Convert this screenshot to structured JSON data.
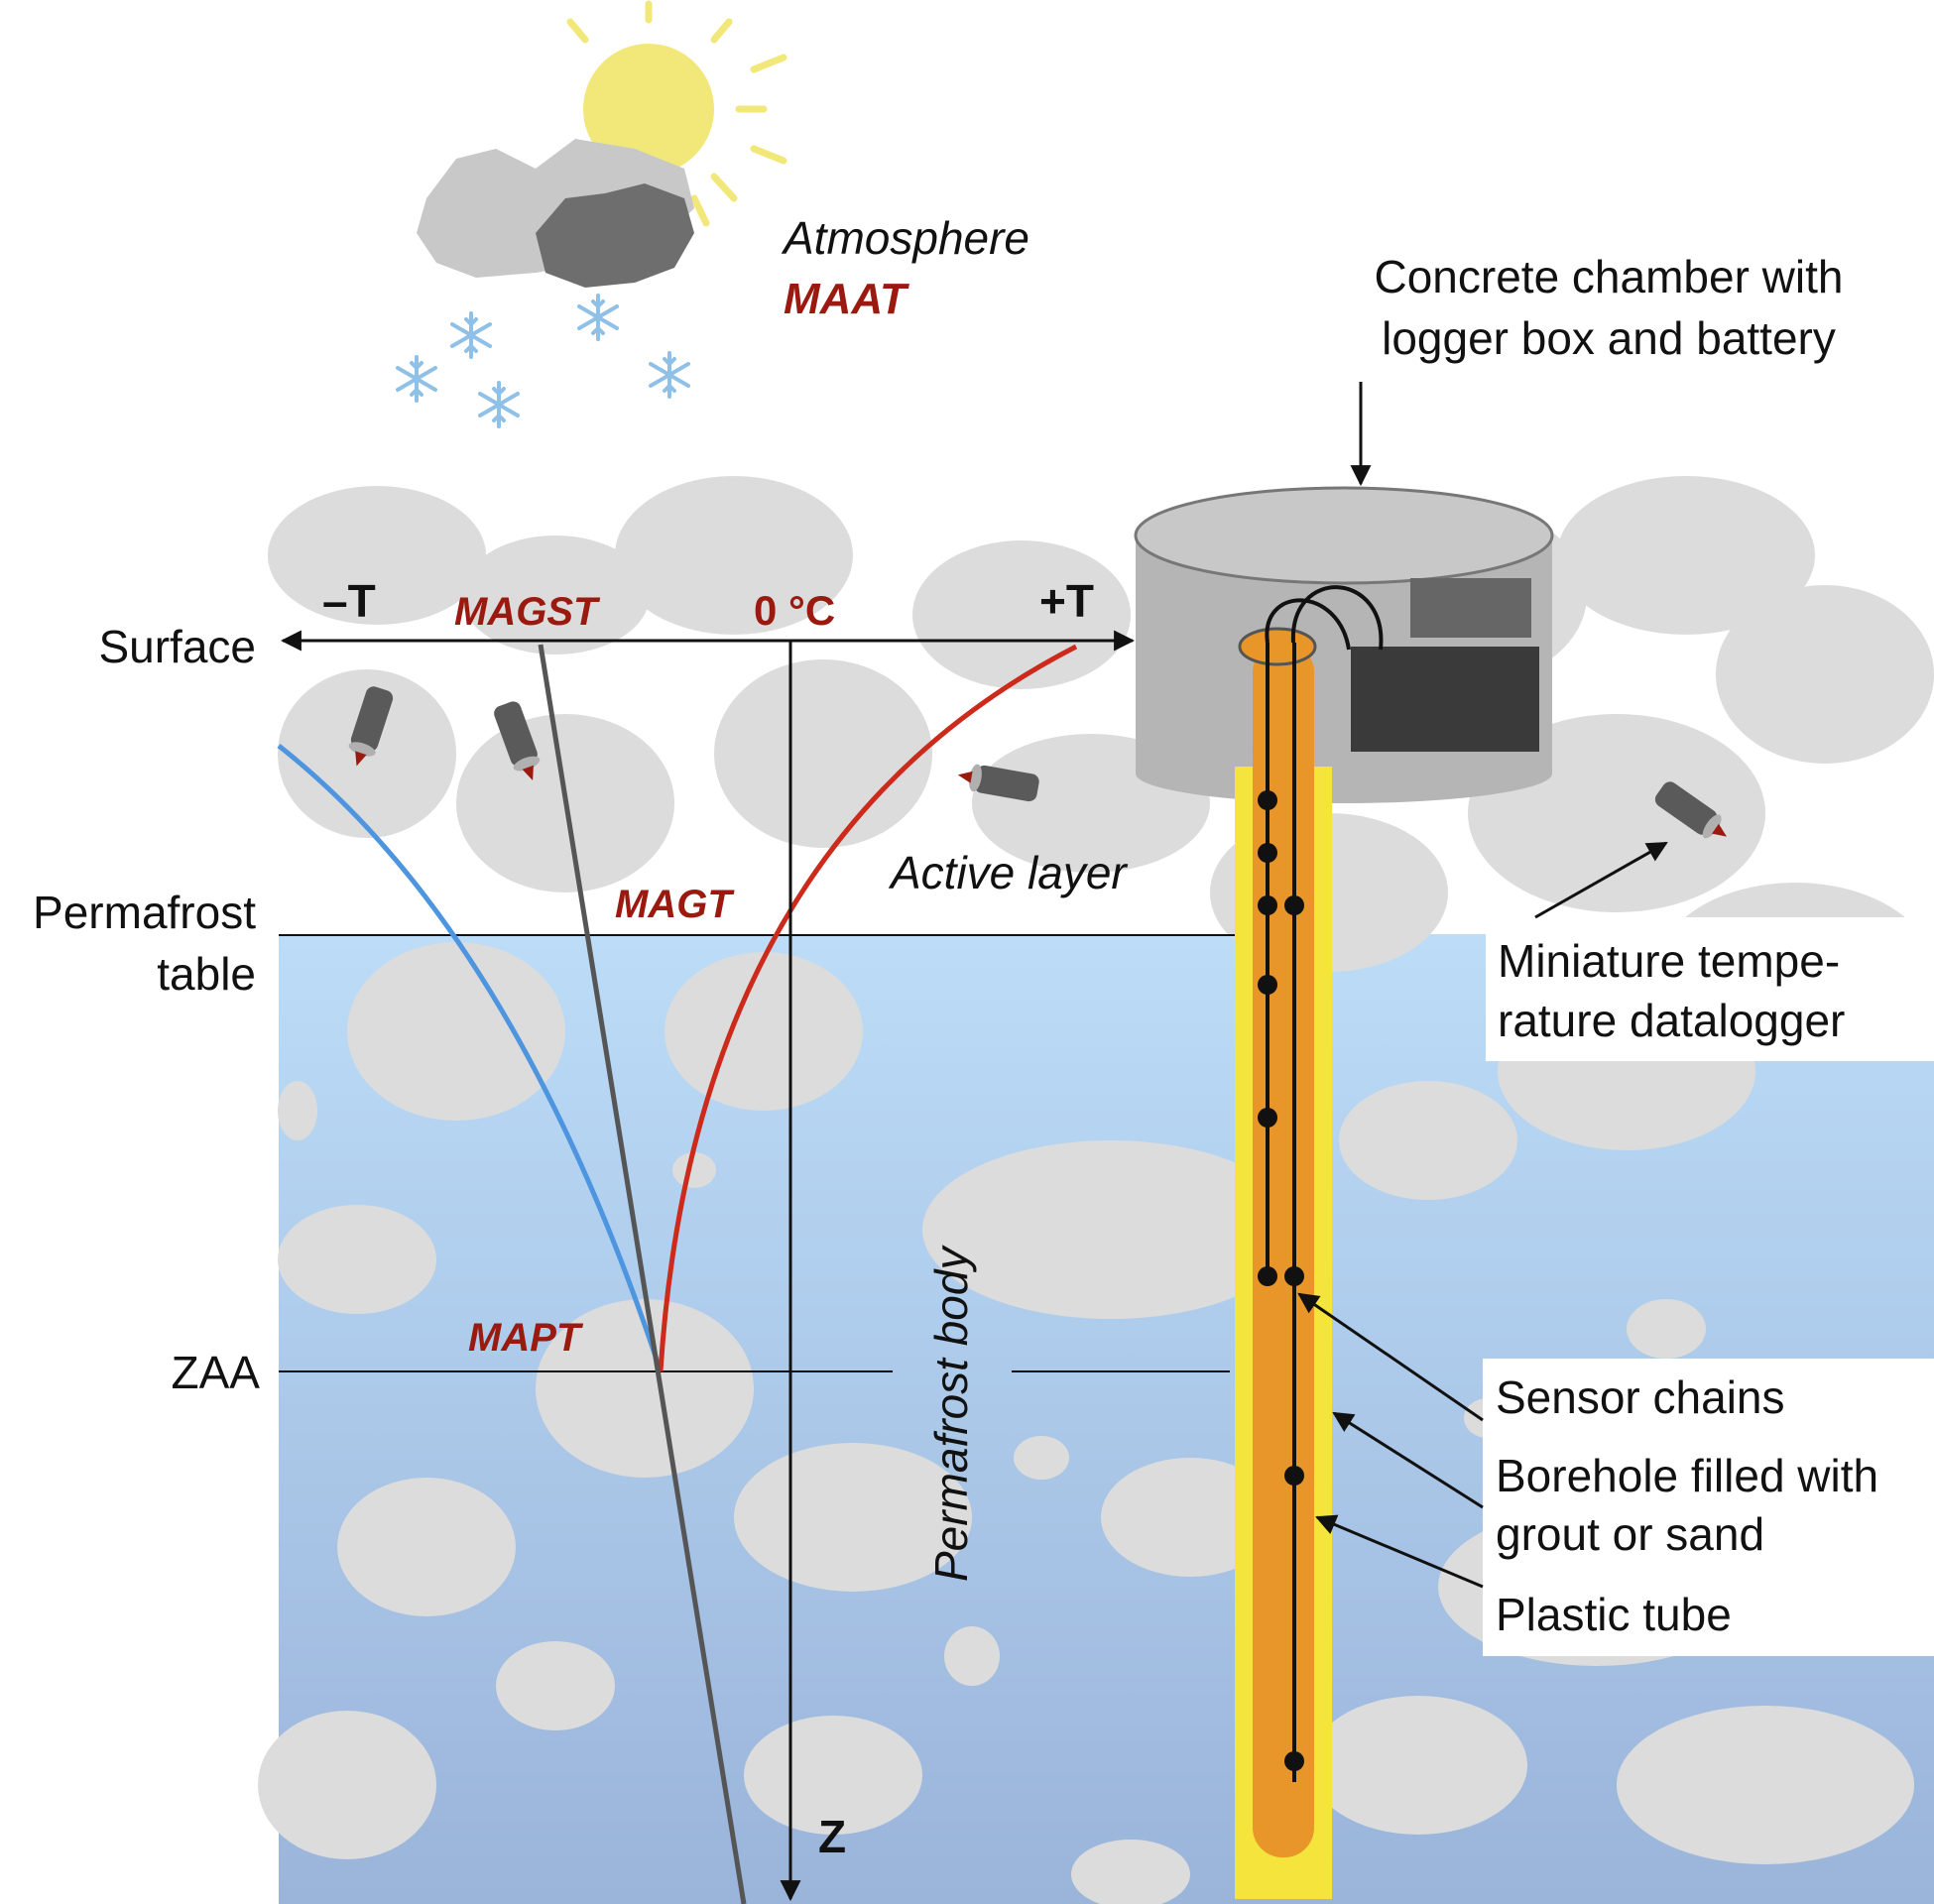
{
  "labels": {
    "atmosphere": "Atmosphere",
    "maat": "MAAT",
    "chamber_line1": "Concrete chamber with",
    "chamber_line2": "logger box and battery",
    "minus_t": "–T",
    "magst": "MAGST",
    "zero_c": "0 °C",
    "plus_t": "+T",
    "surface": "Surface",
    "permafrost_table_line1": "Permafrost",
    "permafrost_table_line2": "table",
    "magt": "MAGT",
    "active_layer": "Active layer",
    "miniature_line1": "Miniature tempe-",
    "miniature_line2": "rature datalogger",
    "mapt": "MAPT",
    "zaa": "ZAA",
    "permafrost_body": "Permafrost body",
    "sensor_chains": "Sensor chains",
    "borehole_line1": "Borehole filled with",
    "borehole_line2": "grout or sand",
    "plastic_tube": "Plastic tube",
    "z_axis": "Z"
  },
  "colors": {
    "sun": "#f2e87a",
    "cloud_light": "#c8c8c8",
    "cloud_dark": "#6e6e6e",
    "snowflake": "#8fc0e8",
    "rock": "#dcdcdc",
    "active_layer_bg": "#ffffff",
    "permafrost_top": "#bcdcf7",
    "permafrost_bottom": "#9cb6da",
    "curve_cold": "#4e95e0",
    "curve_mean": "#555555",
    "curve_warm": "#cc2a1a",
    "label_red": "#9a1a10",
    "borehole_fill": "#f5e43c",
    "tube": "#e8952a",
    "chamber": "#b5b5b5",
    "logger_box": "#3a3a3a"
  }
}
